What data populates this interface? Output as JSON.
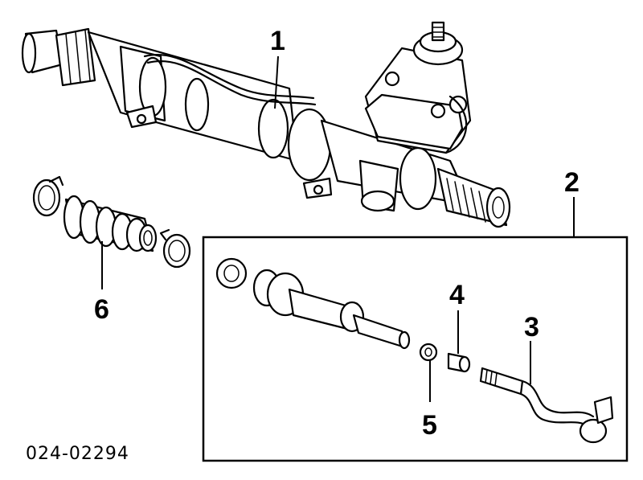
{
  "diagram": {
    "part_number": "024-02294",
    "callouts": {
      "c1": "1",
      "c2": "2",
      "c3": "3",
      "c4": "4",
      "c5": "5",
      "c6": "6"
    }
  }
}
